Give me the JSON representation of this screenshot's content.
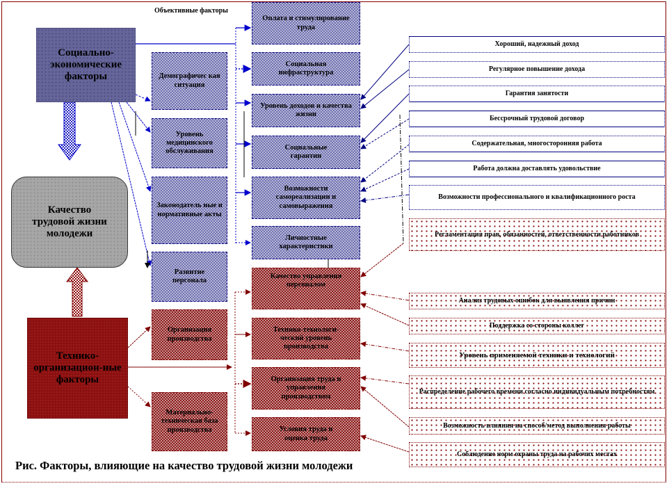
{
  "diagram": {
    "caption": "Рис.  Факторы, влияющие на качество трудовой жизни молодежи",
    "header_label": "Объективные факторы",
    "colors": {
      "blue_group": "#65659a",
      "red_group": "#8b1010",
      "center_node": "#a6a6a6",
      "blue_line": "#0000cc",
      "red_line": "#800000"
    },
    "main_nodes": {
      "socio_economic": "Социально-экономические факторы",
      "quality_of_work_life": "Качество трудовой жизни молодежи",
      "technical_organizational": "Технико-организацион-ные  факторы"
    },
    "objective_factors_blue": [
      "Демографичес кая ситуация",
      "Уровень медицинского обслуживания",
      "Законодатель ные и нормативные акты",
      "Развитие персонала"
    ],
    "objective_factors_red": [
      "Организация производства",
      "Материально-техническая база производства"
    ],
    "middle_blue": [
      "Оплата и стимулирование труда",
      "Социальная инфраструктура",
      "Уровень доходов и качества жизни",
      "Социальные гарантии",
      "Возможности самореализации и самовыражения",
      "Личностные характеристики"
    ],
    "middle_red": [
      "Качество управления персоналом",
      "Технико-технологи-ческий уровень производства",
      "Организация труда и управления производством",
      "Условия труда и оценка труда"
    ],
    "right_blue": [
      "Хороший, надежный доход",
      "Регулярное повышение дохода",
      "Гарантия занятости",
      "Бессрочный трудовой договор",
      "Содержательная,  многосторонняя работа",
      "Работа должна доставлять  удовольствие",
      "Возможности профессионального и квалификационного  роста"
    ],
    "right_red": [
      "Регламентация прав, обязанностей, ответственности работников",
      "Анализ трудовых  ошибок для выявления причин",
      "Поддержка со стороны коллег",
      "Уровень применяемой техники и технологий",
      "Распределение  рабочего времени согласно индивидуальным потребностям",
      "Возможность влияния на способ/метод выполнения работы",
      "Соблюдение  норм охраны труда на рабочих местах"
    ]
  }
}
